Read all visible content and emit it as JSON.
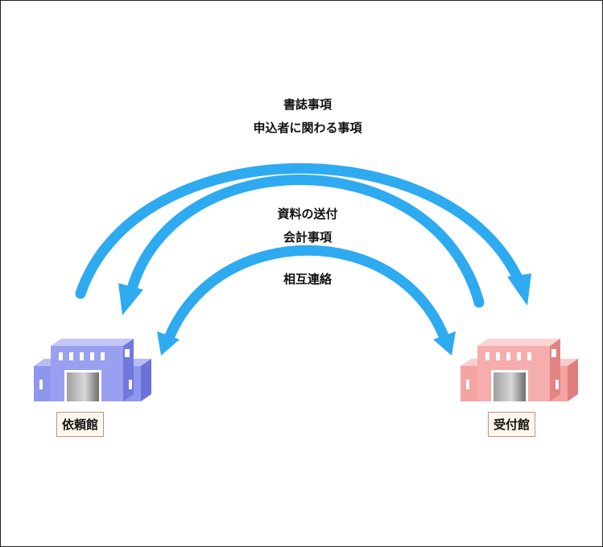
{
  "outer_arrow": {
    "line1": "書誌事項",
    "line2": "申込者に関わる事項"
  },
  "middle_arrow": {
    "line1": "資料の送付",
    "line2": "会計事項"
  },
  "inner_arrow": {
    "line1": "相互連絡"
  },
  "left_building": {
    "label": "依頼館",
    "color": "#8f96ee"
  },
  "right_building": {
    "label": "受付館",
    "color": "#f4a3a3"
  },
  "arrow_color": "#2eaaf0"
}
